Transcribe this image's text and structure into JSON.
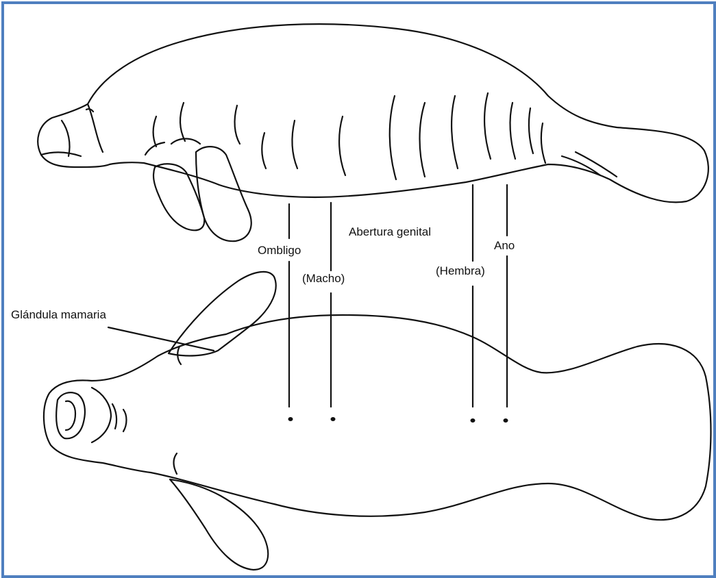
{
  "labels": {
    "glandula_mamaria": "Glándula mamaria",
    "ombligo": "Ombligo",
    "abertura_genital": "Abertura genital",
    "macho": "(Macho)",
    "hembra": "(Hembra)",
    "ano": "Ano"
  },
  "colors": {
    "frame_border": "#4f7fbf",
    "ink": "#111111"
  }
}
